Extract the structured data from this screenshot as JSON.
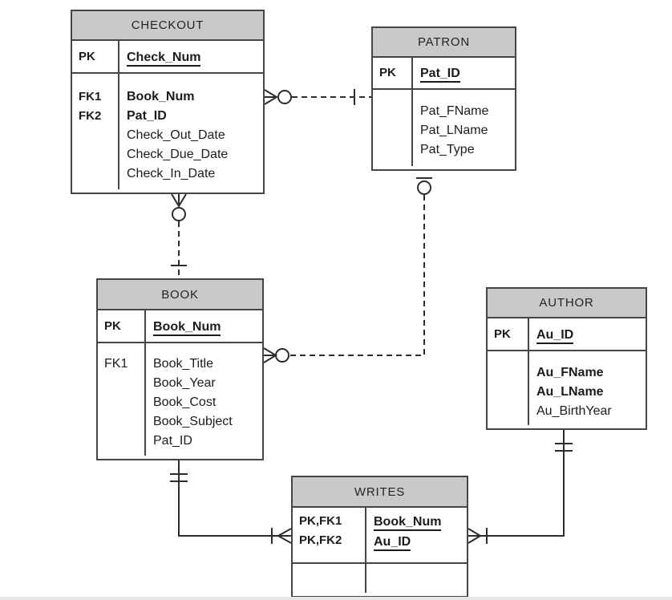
{
  "colors": {
    "header_fill": "#c7cac7",
    "border": "#454545",
    "line": "#2d2d2d",
    "text": "#1c1c1c",
    "bg": "#ffffff",
    "page_edge": "#e4e8ea"
  },
  "entities": {
    "checkout": {
      "title": "CHECKOUT",
      "pk": {
        "key": "PK",
        "attr": "Check_Num"
      },
      "rows": [
        {
          "key": "FK1",
          "attr": "Book_Num"
        },
        {
          "key": "FK2",
          "attr": "Pat_ID"
        },
        {
          "key": "",
          "attr": "Check_Out_Date"
        },
        {
          "key": "",
          "attr": "Check_Due_Date"
        },
        {
          "key": "",
          "attr": "Check_In_Date"
        }
      ]
    },
    "patron": {
      "title": "PATRON",
      "pk": {
        "key": "PK",
        "attr": "Pat_ID"
      },
      "rows": [
        {
          "key": "",
          "attr": "Pat_FName"
        },
        {
          "key": "",
          "attr": "Pat_LName"
        },
        {
          "key": "",
          "attr": "Pat_Type"
        }
      ]
    },
    "book": {
      "title": "BOOK",
      "pk": {
        "key": "PK",
        "attr": "Book_Num"
      },
      "rows": [
        {
          "key": "",
          "attr": "Book_Title"
        },
        {
          "key": "",
          "attr": "Book_Year"
        },
        {
          "key": "",
          "attr": "Book_Cost"
        },
        {
          "key": "",
          "attr": "Book_Subject"
        },
        {
          "key": "FK1",
          "attr": "Pat_ID"
        }
      ]
    },
    "author": {
      "title": "AUTHOR",
      "pk": {
        "key": "PK",
        "attr": "Au_ID"
      },
      "rows": [
        {
          "key": "",
          "attr": "Au_FName"
        },
        {
          "key": "",
          "attr": "Au_LName"
        },
        {
          "key": "",
          "attr": "Au_BirthYear"
        }
      ]
    },
    "writes": {
      "title": "WRITES",
      "rows": [
        {
          "key": "PK,FK1",
          "attr": "Book_Num"
        },
        {
          "key": "PK,FK2",
          "attr": "Au_ID"
        }
      ]
    }
  },
  "relationships": [
    {
      "from": "CHECKOUT",
      "to": "PATRON",
      "line": "dashed",
      "from_end": "zero-or-many",
      "to_end": "one"
    },
    {
      "from": "CHECKOUT",
      "to": "BOOK",
      "line": "dashed",
      "from_end": "zero-or-many",
      "to_end": "one"
    },
    {
      "from": "PATRON",
      "to": "BOOK",
      "line": "dashed",
      "from_end": "zero-or-one",
      "to_end": "zero-or-many"
    },
    {
      "from": "WRITES",
      "to": "BOOK",
      "line": "solid",
      "from_end": "one-or-many",
      "to_end": "one-and-only-one"
    },
    {
      "from": "WRITES",
      "to": "AUTHOR",
      "line": "solid",
      "from_end": "one-or-many",
      "to_end": "one-and-only-one"
    }
  ]
}
